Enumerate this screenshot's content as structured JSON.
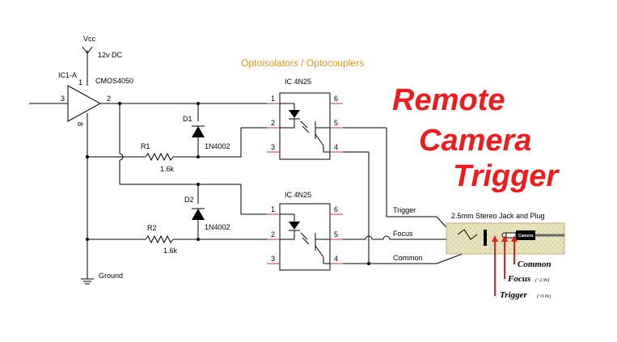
{
  "title": {
    "line1": "Remote",
    "line2": "Camera",
    "line3": "Trigger"
  },
  "section_label": "Optoisolators / Optocouplers",
  "supply": {
    "vcc": "Vcc",
    "voltage": "12v DC"
  },
  "ic1": {
    "ref": "IC1-A",
    "part": "CMOS4050",
    "pin_in": "3",
    "pin_out": "2",
    "pin_vcc": "1",
    "pin_gnd": "8"
  },
  "ground_label": "Ground",
  "d1": {
    "ref": "D1",
    "part": "1N4002"
  },
  "d2": {
    "ref": "D2",
    "part": "1N4002"
  },
  "r1": {
    "ref": "R1",
    "value": "1.6k"
  },
  "r2": {
    "ref": "R2",
    "value": "1.6k"
  },
  "opto1": {
    "label": "IC  4N25",
    "p1": "1",
    "p2": "2",
    "p3": "3",
    "p4": "4",
    "p5": "5",
    "p6": "6"
  },
  "opto2": {
    "label": "IC  4N25",
    "p1": "1",
    "p2": "2",
    "p3": "3",
    "p4": "4",
    "p5": "5",
    "p6": "6"
  },
  "lines": {
    "trigger": "Trigger",
    "focus": "Focus",
    "common": "Common"
  },
  "jack": {
    "title": "2.5mm Stereo Jack and Plug",
    "plug_label": "Camera"
  },
  "plug_labels": {
    "common": "Common",
    "focus": "Focus",
    "focus_v": "(~2.9v)",
    "trigger": "Trigger",
    "trigger_v": "(~0.0v)"
  },
  "colors": {
    "title": "#ee1c1c",
    "section": "#e8930a",
    "pin_stub": "#c0392b",
    "jack_box": "#f4e2bf",
    "arrow": "#ee1c1c"
  }
}
